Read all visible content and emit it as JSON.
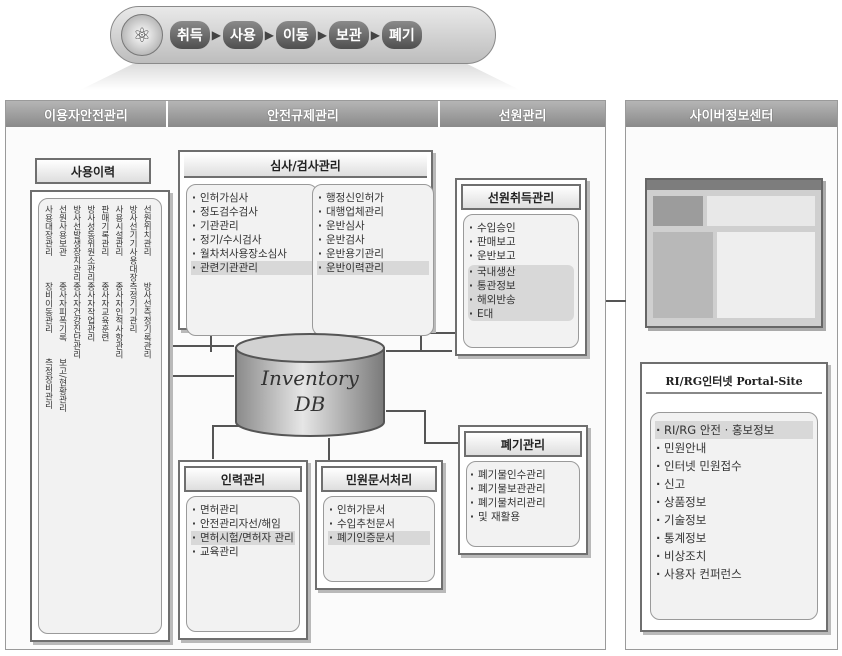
{
  "flow": {
    "steps": [
      "취득",
      "사용",
      "이동",
      "보관",
      "폐기"
    ],
    "icon": "atom-icon"
  },
  "headers": {
    "user_safety": "이용자안전관리",
    "safety_reg": "안전규제관리",
    "supply": "선원관리",
    "cyber": "사이버정보센터"
  },
  "history": {
    "title": "사용이력",
    "items": [
      "사용대장관리",
      "선원사용보관",
      "방사선발생장치관리",
      "방사성동위원소관리",
      "판매기록관리",
      "사용시설관리",
      "방사선기기사용대장",
      "선원위치관리",
      "장비이동관리",
      "종사자피폭기록",
      "종사자건강진단관리",
      "종사자작업관리",
      "종사자교육훈련",
      "종사자인적사항관리",
      "측정기기관리",
      "방사선측정기록관리",
      "측정장비관리",
      "보고/현황관리"
    ]
  },
  "inspection": {
    "title": "심사/검사관리",
    "left_items": [
      "인허가심사",
      "정도검수검사",
      "기관관리",
      "정기/수시검사",
      "월차처사용장소심사"
    ],
    "left_highlight": "관련기관관리",
    "right_items": [
      "행정신인허가",
      "대행업체관리",
      "운반심사",
      "운반검사",
      "운반용기관리"
    ],
    "right_highlight": "운반이력관리"
  },
  "source_mgmt": {
    "title": "선원취득관리",
    "items": [
      "수입승인",
      "판매보고",
      "운반보고"
    ],
    "highlight_items": [
      "국내생산",
      "통관정보",
      "해외반송",
      "E대"
    ]
  },
  "disposal": {
    "title": "폐기관리",
    "items": [
      "폐기물인수관리",
      "폐기물보관관리",
      "폐기물처리관리",
      "및 재활용"
    ]
  },
  "manpower": {
    "title": "인력관리",
    "items": [
      "면허관리",
      "안전관리자선/해임",
      "면허시험/면허자 관리",
      "교육관리"
    ]
  },
  "civil": {
    "title": "민원문서처리",
    "items": [
      "인허가문서",
      "수입추천문서"
    ],
    "highlight": "폐기인증문서"
  },
  "db": {
    "line1": "Inventory",
    "line2": "DB"
  },
  "portal": {
    "title": "RI/RG인터넷 Portal-Site",
    "highlight": "RI/RG 안전 · 홍보정보",
    "items": [
      "민원안내",
      "인터넷 민원접수",
      "신고",
      "상품정보",
      "기술정보",
      "통계정보",
      "비상조치",
      "사용자 컨퍼런스"
    ]
  }
}
